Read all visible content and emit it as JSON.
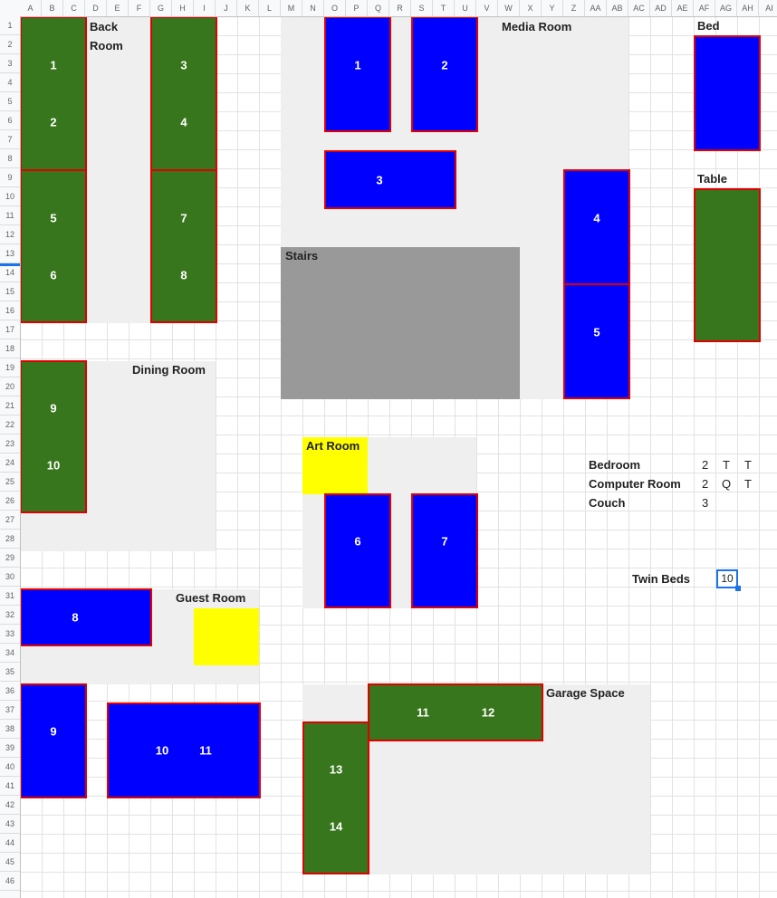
{
  "columns": [
    "A",
    "B",
    "C",
    "D",
    "E",
    "F",
    "G",
    "H",
    "I",
    "J",
    "K",
    "L",
    "M",
    "N",
    "O",
    "P",
    "Q",
    "R",
    "S",
    "T",
    "U",
    "V",
    "W",
    "X",
    "Y",
    "Z",
    "AA",
    "AB",
    "AC",
    "AD",
    "AE",
    "AF",
    "AG",
    "AH",
    "AI"
  ],
  "rows": [
    "1",
    "2",
    "3",
    "4",
    "5",
    "6",
    "7",
    "8",
    "9",
    "10",
    "11",
    "12",
    "13",
    "14",
    "15",
    "16",
    "17",
    "18",
    "19",
    "20",
    "21",
    "22",
    "23",
    "24",
    "25",
    "26",
    "27",
    "28",
    "29",
    "30",
    "31",
    "32",
    "33",
    "34",
    "35",
    "36",
    "37",
    "38",
    "39",
    "40",
    "41",
    "42",
    "43",
    "44",
    "45",
    "46"
  ],
  "rooms": {
    "back_room_line1": "Back",
    "back_room_line2": "Room",
    "media_room": "Media Room",
    "bed": "Bed",
    "table": "Table",
    "stairs": "Stairs",
    "dining_room": "Dining Room",
    "art_room": "Art Room",
    "guest_room": "Guest Room",
    "garage_space": "Garage Space"
  },
  "labels": {
    "b1": "1",
    "b2": "2",
    "b3": "3",
    "b4": "4",
    "b5": "5",
    "b6": "6",
    "b7": "7",
    "b8": "8",
    "b9": "9",
    "b10": "10",
    "m1": "1",
    "m2": "2",
    "m3": "3",
    "m4": "4",
    "m5": "5",
    "a6": "6",
    "a7": "7",
    "g8": "8",
    "g9": "9",
    "g10": "10",
    "g11": "11",
    "s11": "11",
    "s12": "12",
    "s13": "13",
    "s14": "14"
  },
  "summary": {
    "bedroom": {
      "label": "Bedroom",
      "count": "2",
      "c1": "T",
      "c2": "T"
    },
    "computer_room": {
      "label": "Computer Room",
      "count": "2",
      "c1": "Q",
      "c2": "T"
    },
    "couch": {
      "label": "Couch",
      "count": "3"
    },
    "twin_beds": {
      "label": "Twin Beds",
      "value": "10"
    }
  },
  "colors": {
    "blue": "#0000ff",
    "green": "#38761d",
    "border": "#e00000",
    "stairs": "#999999",
    "yellow": "#ffff00",
    "area": "#efefef"
  }
}
